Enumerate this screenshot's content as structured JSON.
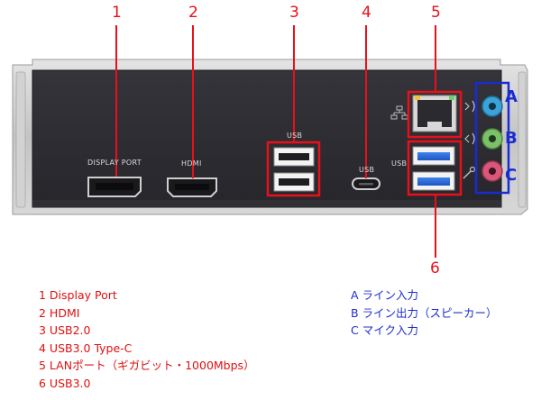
{
  "callouts": [
    "1",
    "2",
    "3",
    "4",
    "5",
    "6"
  ],
  "audio_letters": [
    "A",
    "B",
    "C"
  ],
  "port_labels": {
    "display_port": "DISPLAY PORT",
    "hdmi": "HDMI",
    "usb2": "USB",
    "usb_c": "USB",
    "usb3": "USB"
  },
  "legend_ports": [
    "1 Display Port",
    "2 HDMI",
    "3 USB2.0",
    "4 USB3.0 Type-C",
    "5 LANポート（ギガビット・1000Mbps）",
    "6 USB3.0"
  ],
  "legend_audio": [
    "A ライン入力",
    "B ライン出力（スピーカー）",
    "C マイク入力"
  ],
  "colors": {
    "callout_red": "#e8101a",
    "audio_blue": "#1a2bd0",
    "panel_dark": "#2a2a30",
    "bracket_metal": "#c9c9c9",
    "usb3_blue": "#2b6ad8",
    "jack_blue": "#3aa3d8",
    "jack_green": "#7cc06a",
    "jack_pink": "#d8587a"
  },
  "icons": [
    "network-icon",
    "line-in-icon",
    "line-out-icon",
    "microphone-icon"
  ]
}
